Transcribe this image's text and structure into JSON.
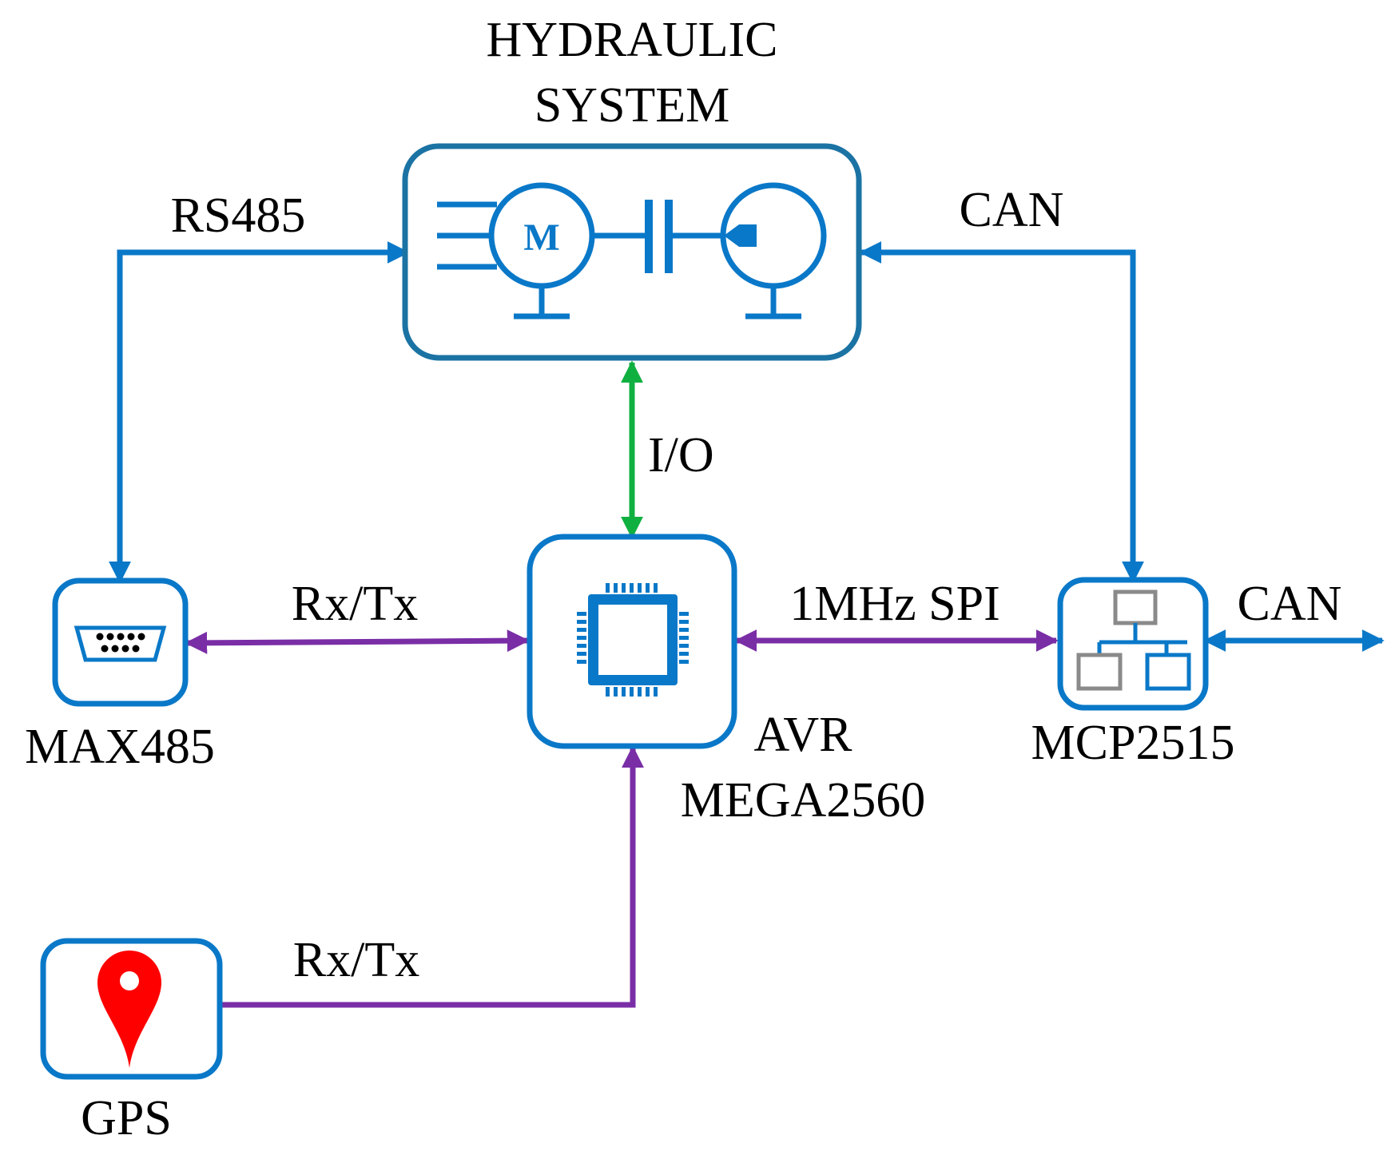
{
  "colors": {
    "box": "#0a78c8",
    "hydraulic_box": "#1b73a4",
    "rs485_can": "#0a78c8",
    "io": "#10b040",
    "serial": "#7a2ea6",
    "gps_pin": "#ff0000",
    "network_gray": "#8a8a8a"
  },
  "labels": {
    "hydraulic_line1": "HYDRAULIC",
    "hydraulic_line2": "SYSTEM",
    "rs485": "RS485",
    "can_top": "CAN",
    "io": "I/O",
    "rxtx_max": "Rx/Tx",
    "spi": "1MHz SPI",
    "can_out": "CAN",
    "max485": "MAX485",
    "avr_line1": "AVR",
    "avr_line2": "MEGA2560",
    "mcp2515": "MCP2515",
    "rxtx_gps": "Rx/Tx",
    "gps": "GPS",
    "motor_letter": "M"
  },
  "icons": {
    "hydraulic": "motor-pump-icon",
    "max485": "serial-port-icon",
    "avr": "microchip-icon",
    "mcp2515": "network-icon",
    "gps": "map-pin-icon"
  }
}
